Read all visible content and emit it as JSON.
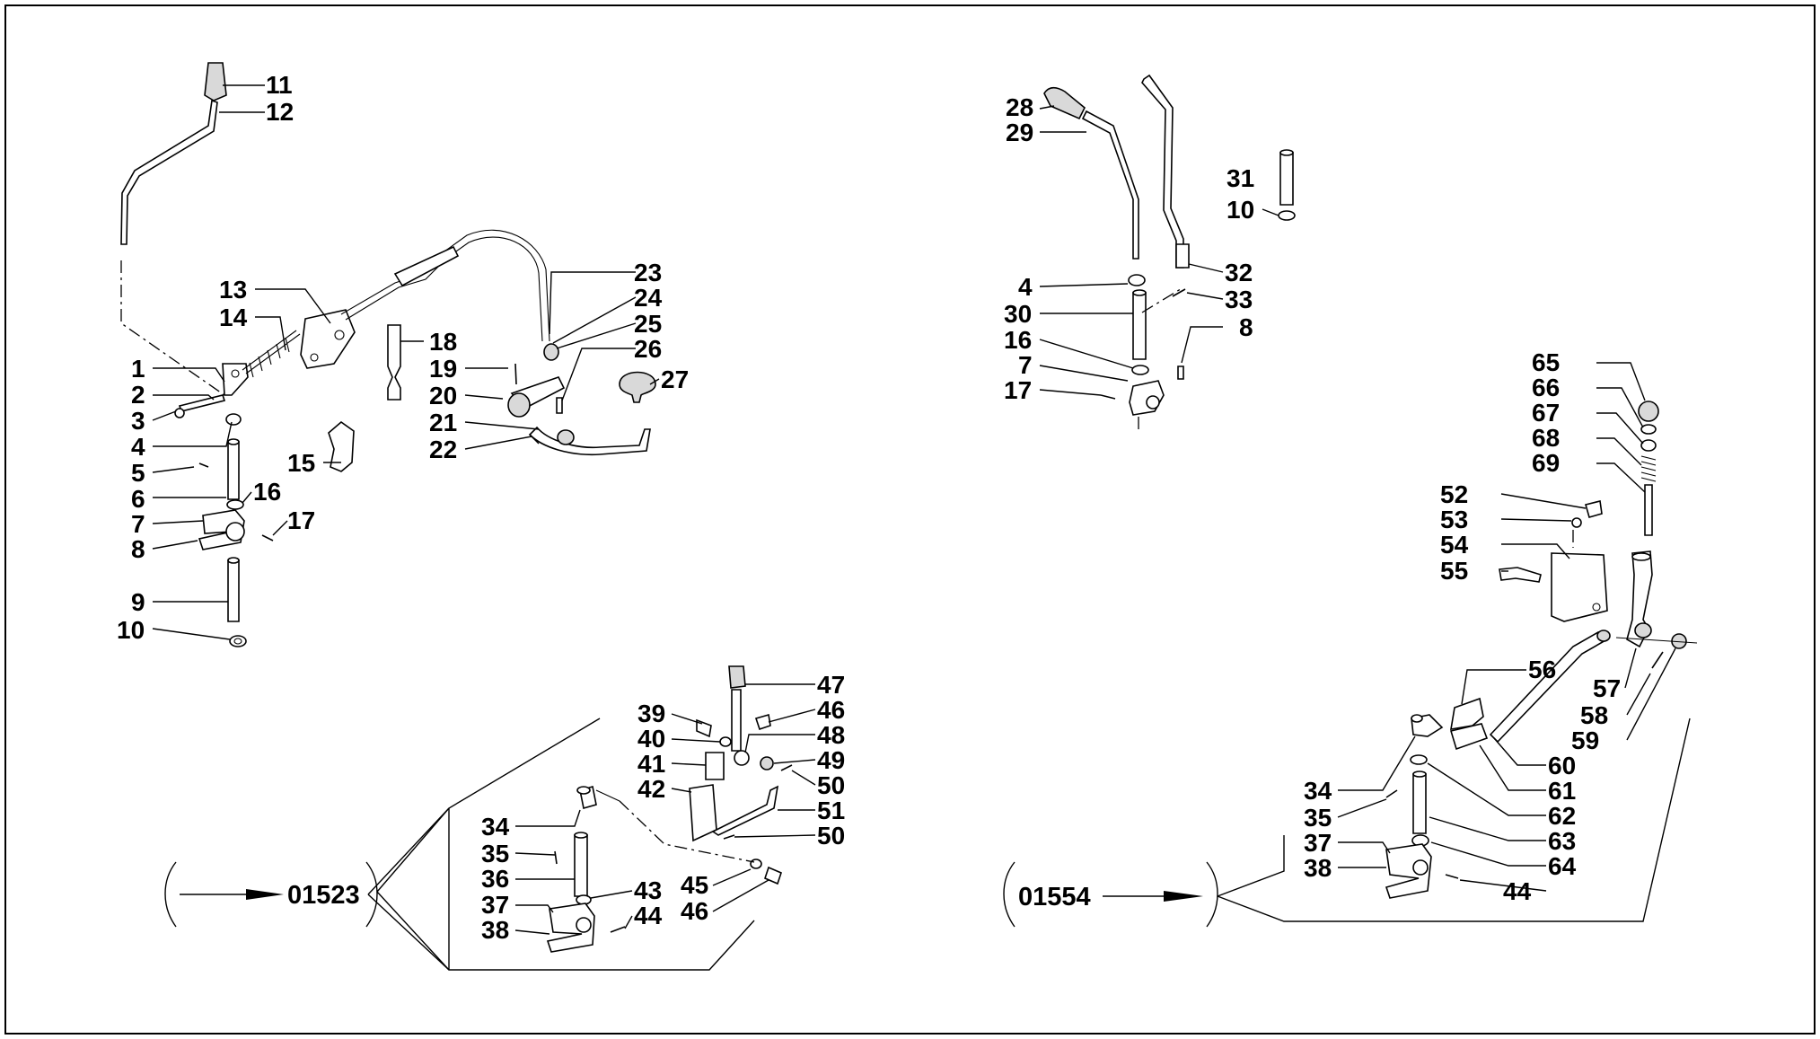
{
  "diagram": {
    "callouts": {
      "c1": "1",
      "c2": "2",
      "c3": "3",
      "c4a": "4",
      "c5": "5",
      "c6": "6",
      "c7a": "7",
      "c8a": "8",
      "c9": "9",
      "c10a": "10",
      "c11": "11",
      "c12": "12",
      "c13": "13",
      "c14": "14",
      "c15": "15",
      "c16a": "16",
      "c17a": "17",
      "c18": "18",
      "c19": "19",
      "c20": "20",
      "c21": "21",
      "c22": "22",
      "c23": "23",
      "c24": "24",
      "c25": "25",
      "c26": "26",
      "c27": "27",
      "c28": "28",
      "c29": "29",
      "c4b": "4",
      "c30": "30",
      "c16b": "16",
      "c7b": "7",
      "c17b": "17",
      "c31": "31",
      "c10b": "10",
      "c32": "32",
      "c33": "33",
      "c8b": "8",
      "c34a": "34",
      "c35a": "35",
      "c36": "36",
      "c37a": "37",
      "c38a": "38",
      "c39": "39",
      "c40": "40",
      "c41": "41",
      "c42": "42",
      "c43": "43",
      "c44a": "44",
      "c45": "45",
      "c46a": "46",
      "c46b": "46",
      "c47": "47",
      "c48": "48",
      "c49": "49",
      "c50a": "50",
      "c50b": "50",
      "c51": "51",
      "c52": "52",
      "c53": "53",
      "c54": "54",
      "c55": "55",
      "c56": "56",
      "c57": "57",
      "c58": "58",
      "c59": "59",
      "c60": "60",
      "c61": "61",
      "c62": "62",
      "c63": "63",
      "c64": "64",
      "c34b": "34",
      "c35b": "35",
      "c37b": "37",
      "c38b": "38",
      "c44b": "44",
      "c65": "65",
      "c66": "66",
      "c67": "67",
      "c68": "68",
      "c69": "69"
    },
    "references": {
      "left": "01523",
      "right": "01554"
    }
  }
}
